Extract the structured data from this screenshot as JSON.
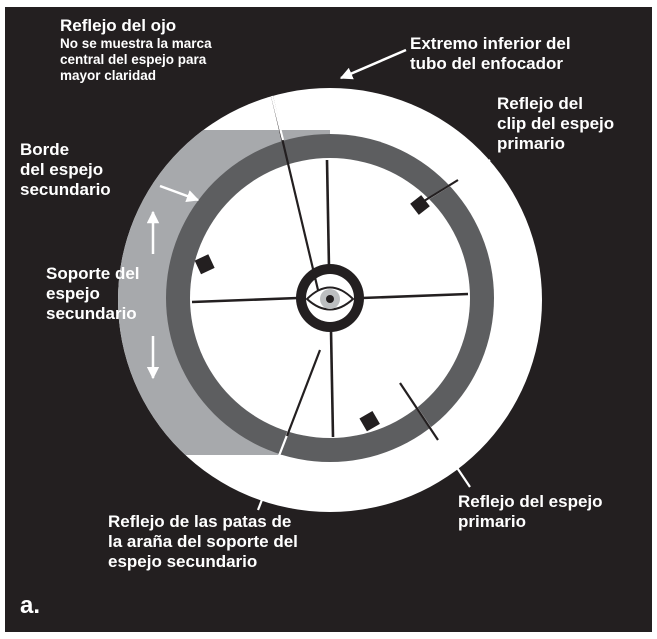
{
  "colors": {
    "background": "#231f20",
    "tube_white": "#ffffff",
    "secondary_edge_gray": "#a7a9ac",
    "primary_ring_gray": "#5d5e60",
    "iris_gray": "#bcbec0",
    "labels": "#ffffff"
  },
  "labels": {
    "eye": {
      "title": "Reflejo del ojo",
      "note": [
        "No se muestra la marca",
        "central del espejo para",
        "mayor claridad"
      ]
    },
    "focuser_end": [
      "Extremo inferior del",
      "tubo del enfocador"
    ],
    "clip": [
      "Reflejo del",
      "clip del espejo",
      "primario"
    ],
    "secondary_edge": [
      "Borde",
      "del espejo",
      "secundario"
    ],
    "secondary_holder": [
      "Soporte del",
      "espejo",
      "secundario"
    ],
    "spider_vanes": [
      "Reflejo de las patas de",
      "la araña del soporte del",
      "espejo secundario"
    ],
    "primary_mirror": [
      "Reflejo del espejo",
      "primario"
    ],
    "figure_letter": "a."
  },
  "icons": {
    "arrows": "arrow-icon",
    "eye": "eye-icon",
    "clips": "mirror-clip-icon"
  }
}
